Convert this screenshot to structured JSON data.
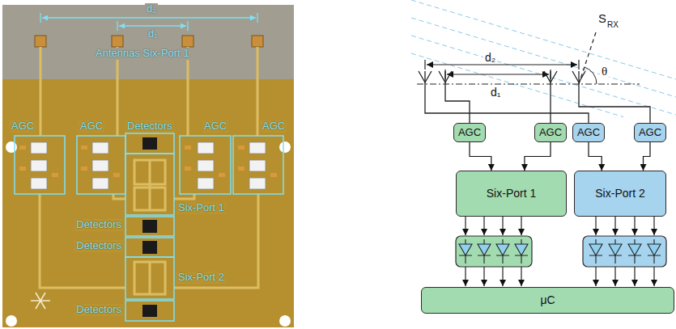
{
  "diagram": {
    "nodes": [
      {
        "text": [
          "AGC"
        ]
      },
      {
        "text": [
          "AGC"
        ]
      },
      {
        "text": [
          "AGC"
        ]
      },
      {
        "text": [
          "AGC"
        ]
      },
      {
        "text": [
          "Six-Port 1"
        ]
      },
      {
        "text": [
          "Six-Port 2"
        ]
      },
      {
        "text": [
          "μC"
        ]
      }
    ],
    "edges": [
      {
        "from": 0,
        "to": 4,
        "arrow": "to"
      },
      {
        "from": 1,
        "to": 4,
        "arrow": "to"
      },
      {
        "from": 2,
        "to": 5,
        "arrow": "to"
      },
      {
        "from": 3,
        "to": 5,
        "arrow": "to"
      }
    ],
    "labels": [
      "d₂",
      "d₁",
      "Antennas Six-Port 1",
      "AGC",
      "AGC",
      "AGC",
      "AGC",
      "Detectors",
      "Six-Port 1",
      "Detectors",
      "Detectors",
      "Six-Port 2",
      "Detectors",
      "S",
      "RX",
      "d₂",
      "d₁",
      "θ"
    ]
  }
}
